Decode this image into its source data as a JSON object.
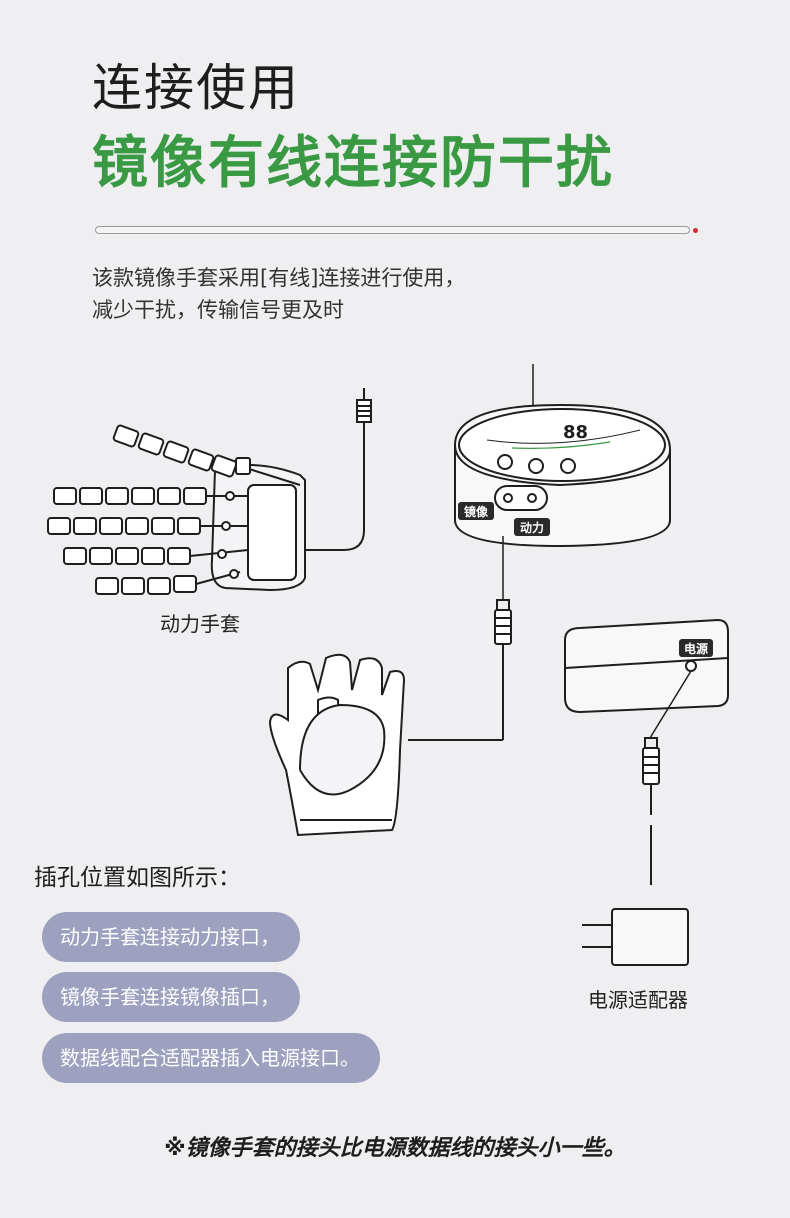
{
  "header": {
    "title": "连接使用",
    "subtitle": "镜像有线连接防干扰"
  },
  "intro": {
    "line1": "该款镜像手套采用[有线]连接进行使用，",
    "line2": "减少干扰，传输信号更及时"
  },
  "diagram": {
    "power_glove_label": "动力手套",
    "port_mirror": "镜像",
    "port_power": "动力",
    "adapter_port": "电源",
    "adapter_label": "电源适配器",
    "panel_digits": "88"
  },
  "instructions": {
    "title": "插孔位置如图所示：",
    "steps": [
      "动力手套连接动力接口，",
      "镜像手套连接镜像插口，",
      "数据线配合适配器插入电源接口。"
    ]
  },
  "note": "※镜像手套的接头比电源数据线的接头小一些。",
  "colors": {
    "accent_green": "#3a9a44",
    "pill_bg": "#9ea0c0",
    "dot_red": "#d62d2d"
  }
}
